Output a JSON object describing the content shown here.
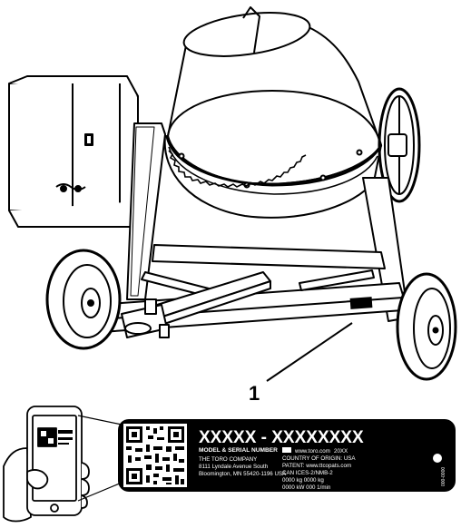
{
  "callout": {
    "number": "1"
  },
  "label": {
    "model_serial": "XXXXX - XXXXXXXX",
    "model_serial_heading": "MODEL & SERIAL NUMBER",
    "company": "THE TORO COMPANY",
    "address_1": "8111 Lyndale Avenue South",
    "address_2": "Bloomington, MN 55420-1196 USA",
    "website": "www.toro.com",
    "year": "20XX",
    "country": "COUNTRY OF ORIGIN: USA",
    "patent": "PATENT: www.ttcopats.com",
    "can_ices": "CAN ICES-2/NMB-2",
    "weights": "0000 kg   0000 kg",
    "power": "0000 kW   000 1/min",
    "side_code": "000-0000"
  },
  "colors": {
    "line": "#000000",
    "fill": "#ffffff",
    "label_bg": "#000000",
    "label_text": "#ffffff"
  }
}
